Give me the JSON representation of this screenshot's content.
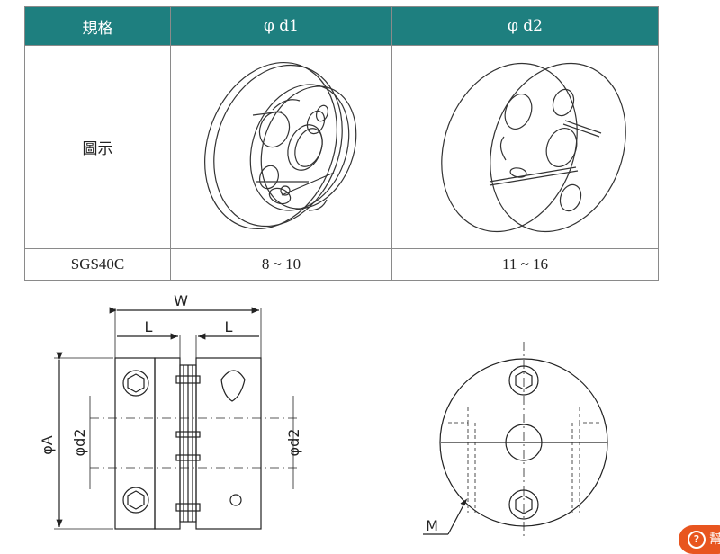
{
  "table": {
    "headers": [
      "規格",
      "φ d1",
      "φ d2"
    ],
    "row_label_image": "圖示",
    "model": "SGS40C",
    "d1_range": "8 ~ 10",
    "d2_range": "11 ~ 16"
  },
  "drawing": {
    "dim_w": "W",
    "dim_l_left": "L",
    "dim_l_right": "L",
    "dim_a": "φA",
    "dim_d2_left": "φd2",
    "dim_d2_right": "φd2",
    "dim_m": "M"
  },
  "help_button": {
    "icon": "question-circle-icon",
    "label": "幫"
  },
  "colors": {
    "header_bg": "#1e7f7f",
    "help_bg": "#e8551f"
  }
}
